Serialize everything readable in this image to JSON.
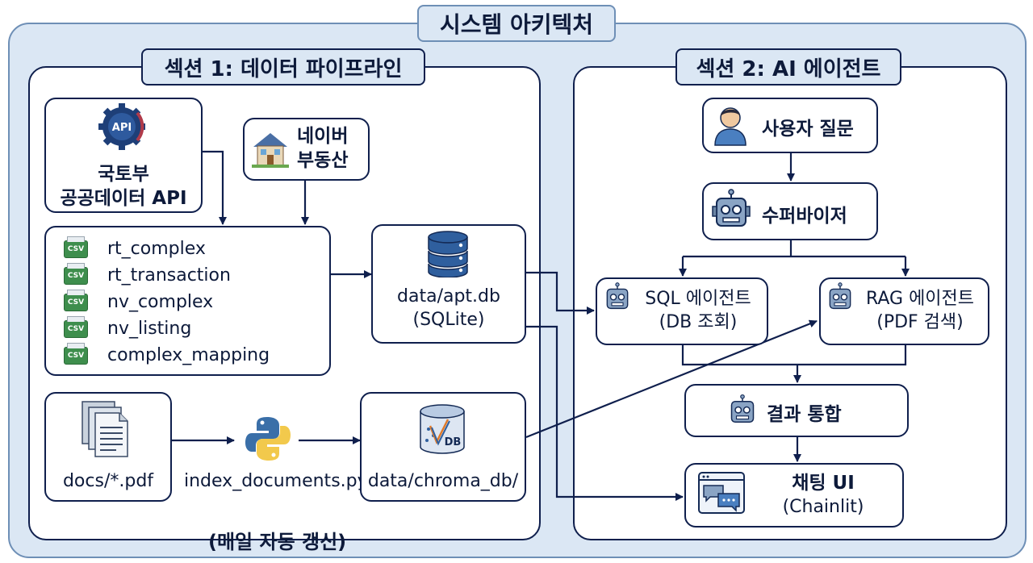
{
  "title": "시스템 아키텍처",
  "section1": {
    "title": "섹션 1: 데이터 파이프라인",
    "api_source": {
      "icon": "api-gear-icon",
      "icon_text": "API",
      "line1": "국토부",
      "line2": "공공데이터 API"
    },
    "naver_source": {
      "icon": "house-icon",
      "line1": "네이버",
      "line2": "부동산"
    },
    "csv_files": [
      {
        "icon": "csv-file-icon",
        "badge": "CSV",
        "name": "rt_complex"
      },
      {
        "icon": "csv-file-icon",
        "badge": "CSV",
        "name": "rt_transaction"
      },
      {
        "icon": "csv-file-icon",
        "badge": "CSV",
        "name": "nv_complex"
      },
      {
        "icon": "csv-file-icon",
        "badge": "CSV",
        "name": "nv_listing"
      },
      {
        "icon": "csv-file-icon",
        "badge": "CSV",
        "name": "complex_mapping"
      }
    ],
    "sqlite_db": {
      "icon": "database-icon",
      "line1": "data/apt.db",
      "line2": "(SQLite)"
    },
    "docs": {
      "icon": "documents-icon",
      "label": "docs/*.pdf"
    },
    "indexer": {
      "icon": "python-icon",
      "label": "index_documents.py"
    },
    "chroma": {
      "icon": "vector-db-icon",
      "icon_text": "DB",
      "label": "data/chroma_db/"
    },
    "footer": "(매일 자동 갱신)"
  },
  "section2": {
    "title": "섹션 2: AI 에이전트",
    "user_question": {
      "icon": "user-icon",
      "label": "사용자 질문"
    },
    "supervisor": {
      "icon": "robot-icon",
      "label": "수퍼바이저"
    },
    "sql_agent": {
      "icon": "robot-icon",
      "line1": "SQL 에이전트",
      "line2": "(DB 조회)"
    },
    "rag_agent": {
      "icon": "robot-icon",
      "line1": "RAG 에이전트",
      "line2": "(PDF 검색)"
    },
    "merge": {
      "icon": "robot-icon",
      "label": "결과 통합"
    },
    "chat_ui": {
      "icon": "chat-window-icon",
      "line1": "채팅 UI",
      "line2": "(Chainlit)"
    }
  },
  "colors": {
    "outer_bg": "#dbe7f4",
    "outer_border": "#6e8fb6",
    "line": "#0f1f4d",
    "database": "#2f5f9e",
    "robot": "#8aa4c4",
    "python_blue": "#3a6fa8",
    "python_yellow": "#f2c94c",
    "csv_green": "#3e8e4d"
  }
}
